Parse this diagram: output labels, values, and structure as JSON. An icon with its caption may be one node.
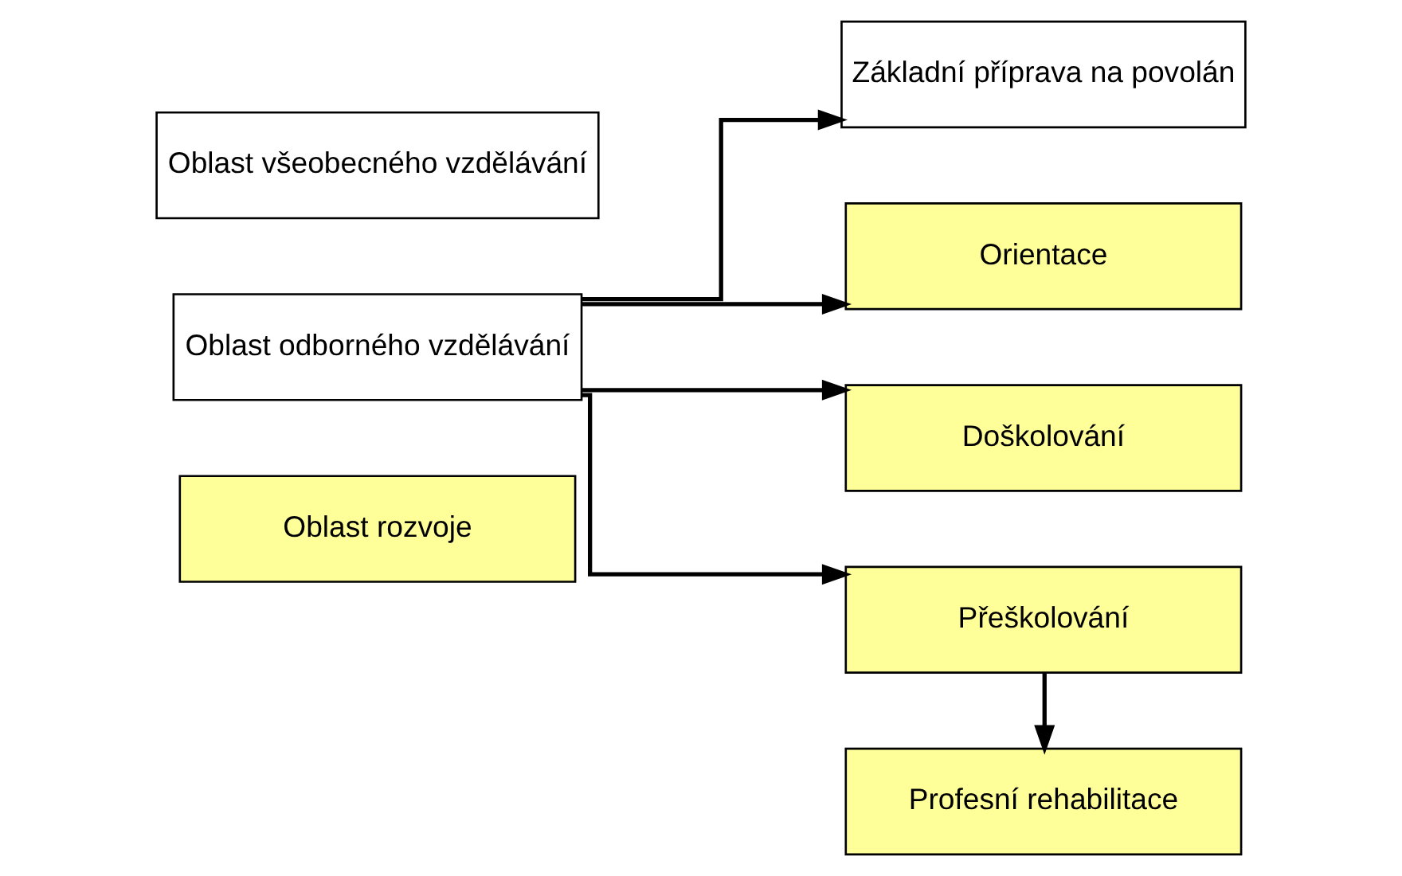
{
  "diagram": {
    "nodes": [
      {
        "text": [
          "Oblast všeobecného vzdělávání"
        ]
      },
      {
        "text": [
          "Oblast odborného vzdělávání"
        ]
      },
      {
        "text": [
          "Oblast rozvoje"
        ]
      },
      {
        "text": [
          "Základní příprava na povolán"
        ]
      },
      {
        "text": [
          "Orientace"
        ]
      },
      {
        "text": [
          "Doškolování"
        ]
      },
      {
        "text": [
          "Přeškolování"
        ]
      },
      {
        "text": [
          "Profesní rehabilitace"
        ]
      }
    ],
    "edges": [
      {
        "from": 1,
        "to": 3,
        "arrow": "to"
      },
      {
        "from": 1,
        "to": 4,
        "arrow": "to"
      },
      {
        "from": 1,
        "to": 5,
        "arrow": "to"
      },
      {
        "from": 1,
        "to": 6,
        "arrow": "to"
      },
      {
        "from": 6,
        "to": 7,
        "arrow": "to"
      }
    ]
  }
}
